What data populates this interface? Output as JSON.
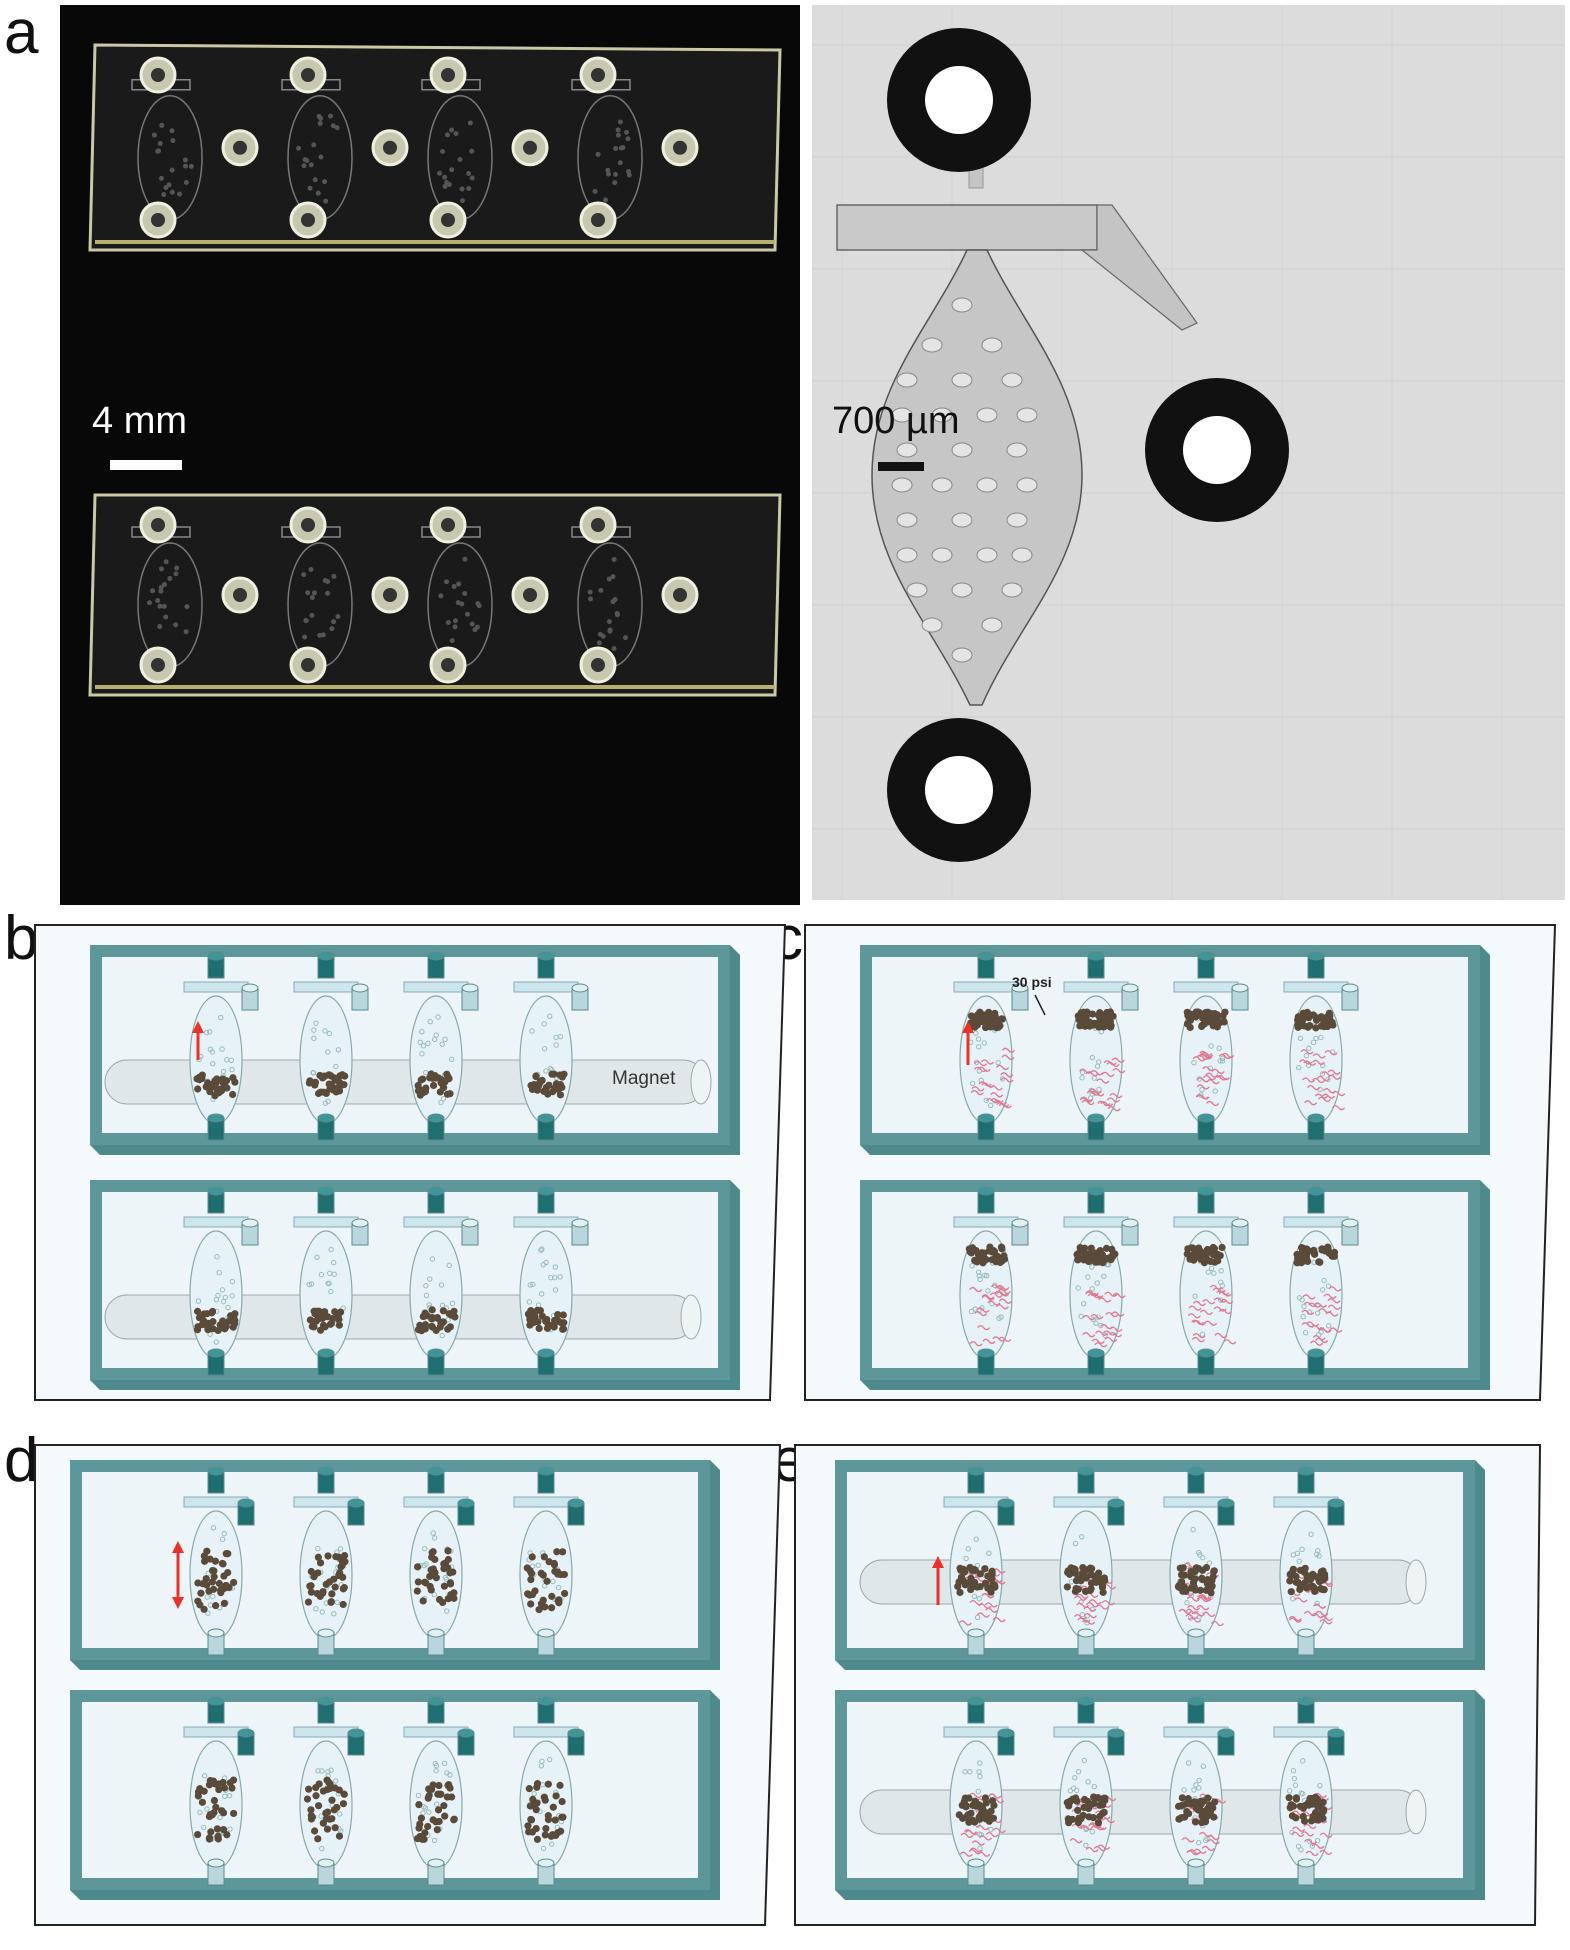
{
  "panels": {
    "a": {
      "letter": "a",
      "scale_left": "4 mm",
      "scale_right": "700 µm"
    },
    "b": {
      "letter": "b",
      "magnet_label": "Magnet"
    },
    "c": {
      "letter": "c",
      "pressure_label": "30 psi"
    },
    "d": {
      "letter": "d"
    },
    "e": {
      "letter": "e"
    }
  },
  "colors": {
    "teal_frame": "#5e9799",
    "teal_dark": "#1f6e70",
    "chip_bg": "#eef5f8",
    "bead": "#5a4a3a",
    "arrow_red": "#e8322a",
    "pink_fiber": "#e07890"
  }
}
